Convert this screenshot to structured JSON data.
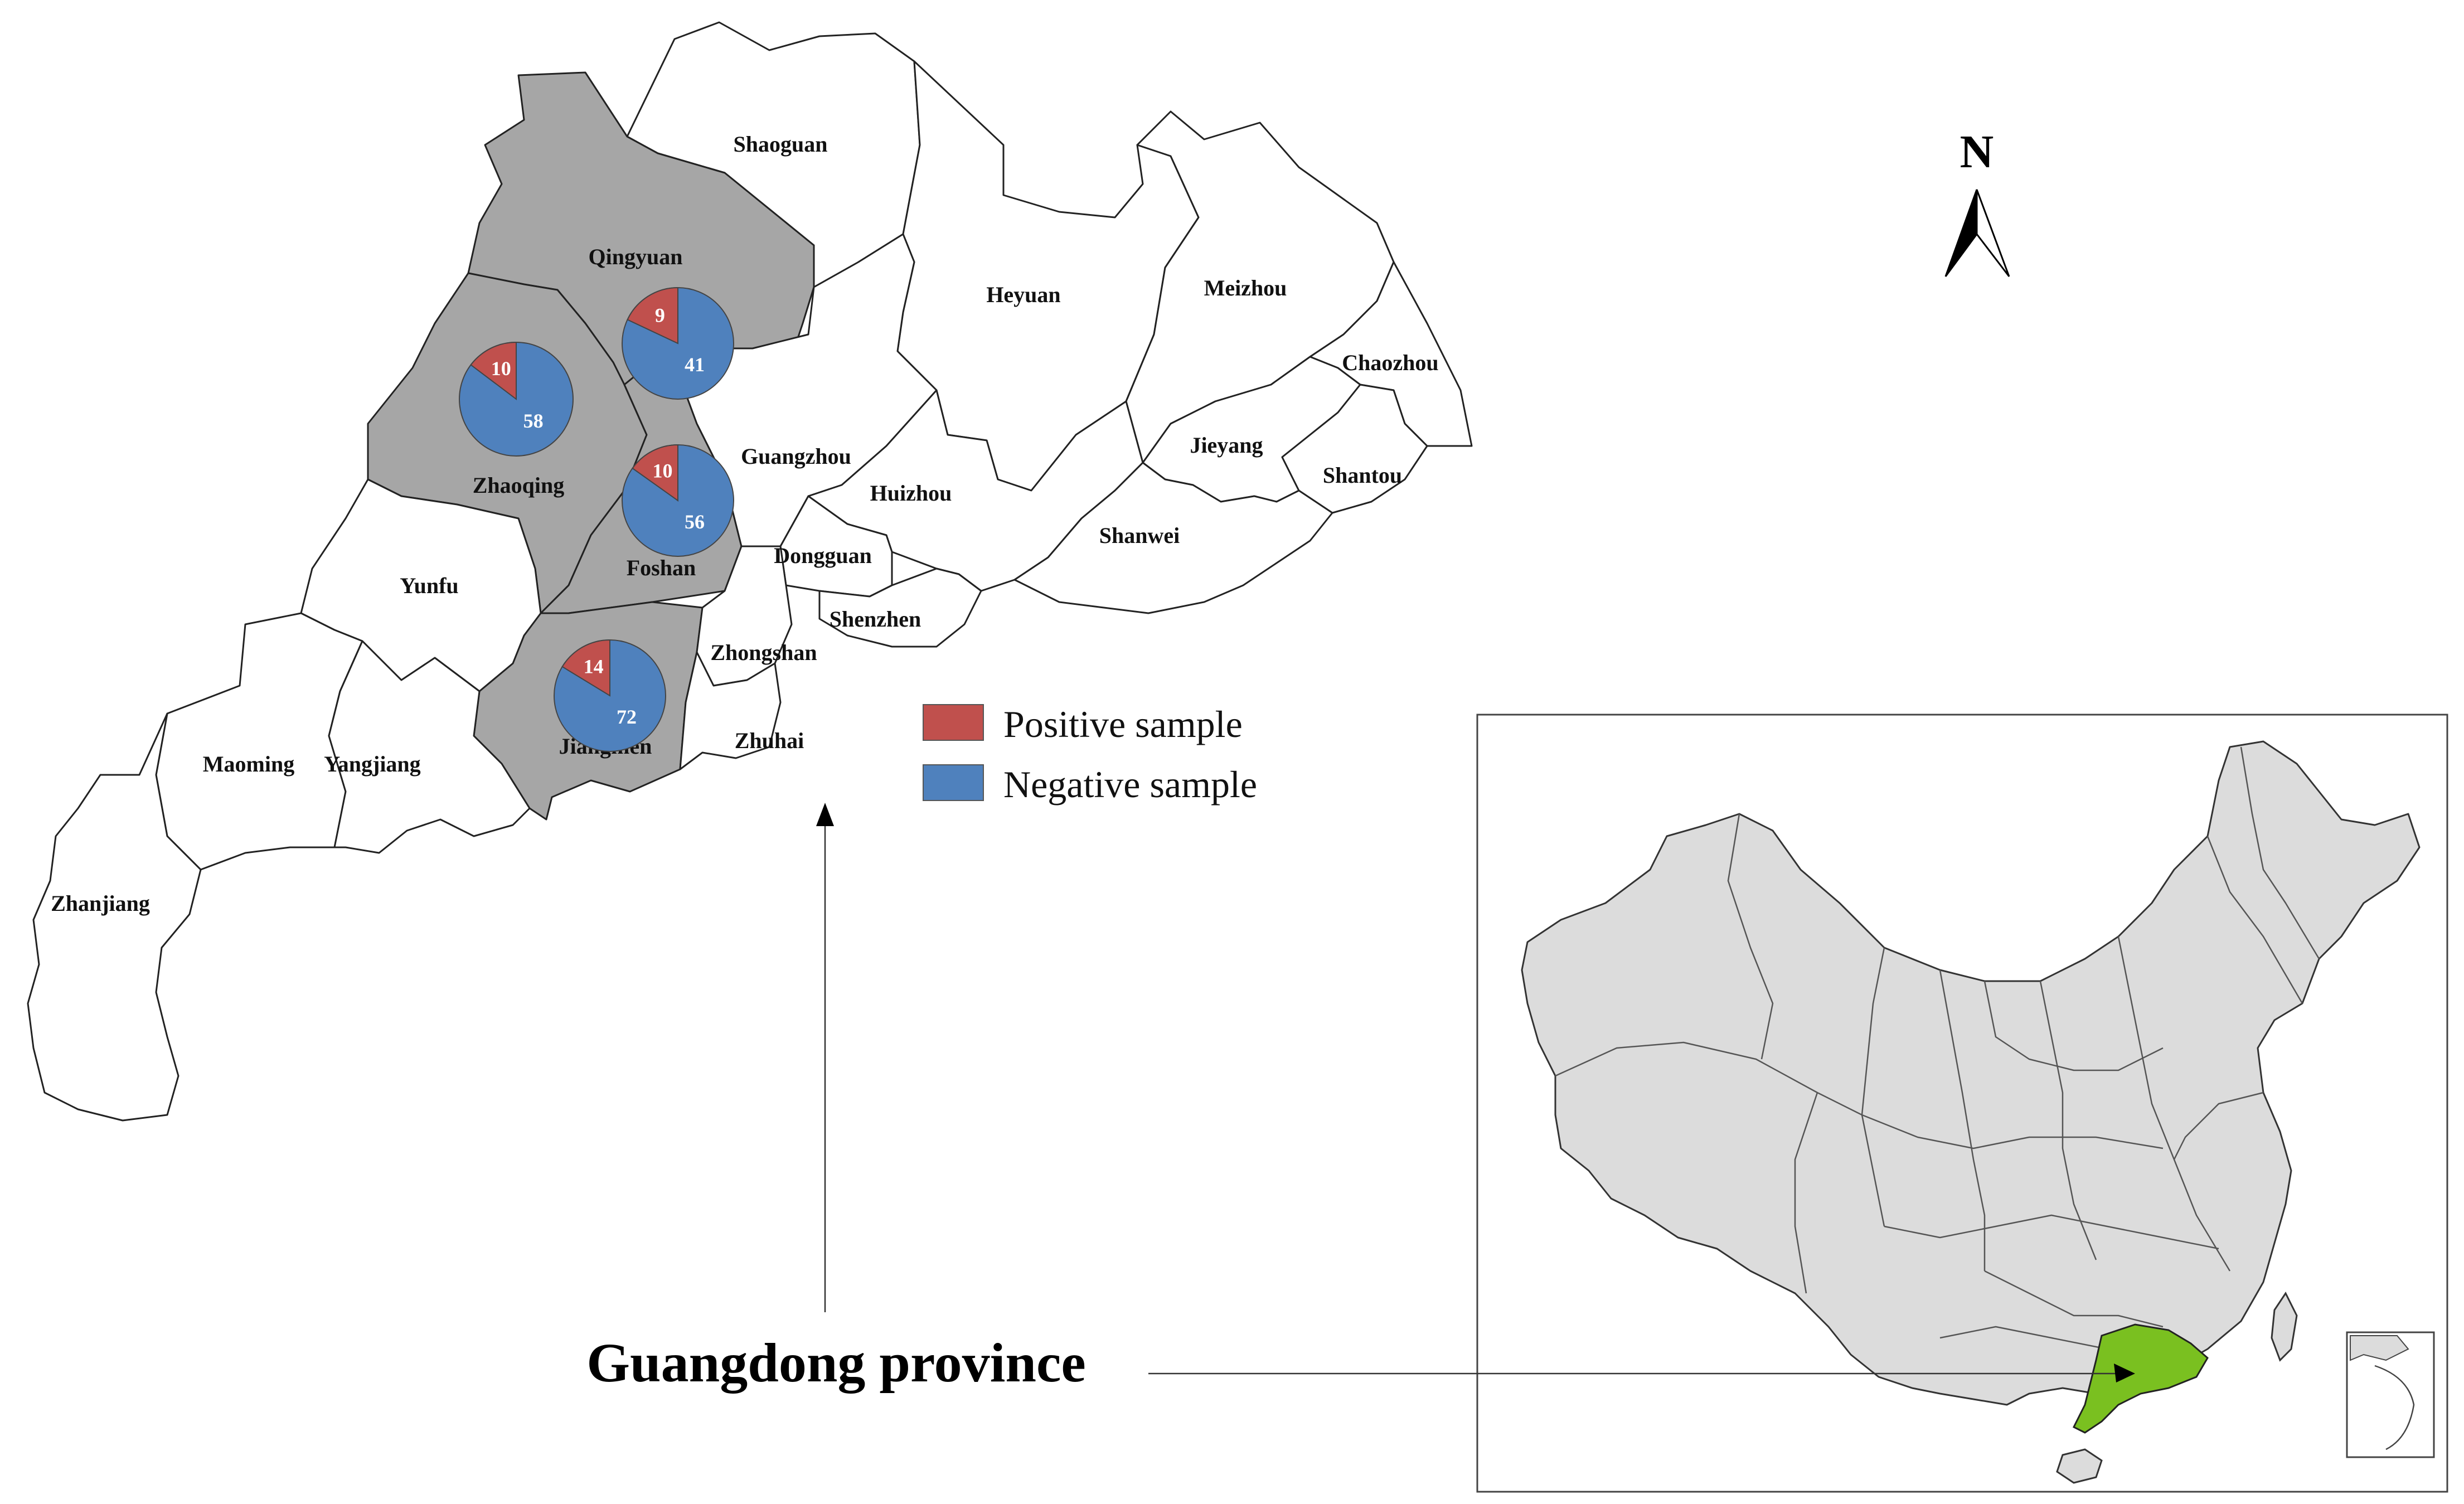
{
  "map": {
    "title": "Guangdong province",
    "north_label": "N",
    "legend": [
      {
        "label": "Positive sample",
        "color": "#c0504d"
      },
      {
        "label": "Negative sample",
        "color": "#4f81bd"
      }
    ],
    "cities": [
      {
        "id": "shaoguan",
        "name": "Shaoguan",
        "sampled": false
      },
      {
        "id": "qingyuan",
        "name": "Qingyuan",
        "sampled": true
      },
      {
        "id": "heyuan",
        "name": "Heyuan",
        "sampled": false
      },
      {
        "id": "meizhou",
        "name": "Meizhou",
        "sampled": false
      },
      {
        "id": "chaozhou",
        "name": "Chaozhou",
        "sampled": false
      },
      {
        "id": "zhaoqing",
        "name": "Zhaoqing",
        "sampled": true
      },
      {
        "id": "guangzhou",
        "name": "Guangzhou",
        "sampled": false
      },
      {
        "id": "huizhou",
        "name": "Huizhou",
        "sampled": false
      },
      {
        "id": "jieyang",
        "name": "Jieyang",
        "sampled": false
      },
      {
        "id": "shantou",
        "name": "Shantou",
        "sampled": false
      },
      {
        "id": "shanwei",
        "name": "Shanwei",
        "sampled": false
      },
      {
        "id": "foshan",
        "name": "Foshan",
        "sampled": true
      },
      {
        "id": "dongguan",
        "name": "Dongguan",
        "sampled": false
      },
      {
        "id": "yunfu",
        "name": "Yunfu",
        "sampled": false
      },
      {
        "id": "shenzhen",
        "name": "Shenzhen",
        "sampled": false
      },
      {
        "id": "zhongshan",
        "name": "Zhongshan",
        "sampled": false
      },
      {
        "id": "jiangmen",
        "name": "Jiangmen",
        "sampled": true
      },
      {
        "id": "zhuhai",
        "name": "Zhuhai",
        "sampled": false
      },
      {
        "id": "maoming",
        "name": "Maoming",
        "sampled": false
      },
      {
        "id": "yangjiang",
        "name": "Yangjiang",
        "sampled": false
      },
      {
        "id": "zhanjiang",
        "name": "Zhanjiang",
        "sampled": false
      }
    ],
    "samples": [
      {
        "city": "Qingyuan",
        "positive": 9,
        "negative": 41
      },
      {
        "city": "Zhaoqing",
        "positive": 10,
        "negative": 58
      },
      {
        "city": "Foshan",
        "positive": 10,
        "negative": 56
      },
      {
        "city": "Jiangmen",
        "positive": 14,
        "negative": 72
      }
    ],
    "colors": {
      "sampled_region": "#a6a6a6",
      "unsampled_region": "#ffffff",
      "border": "#222222",
      "china_fill": "#dcdcdc",
      "guangdong_highlight": "#7ac020"
    }
  }
}
